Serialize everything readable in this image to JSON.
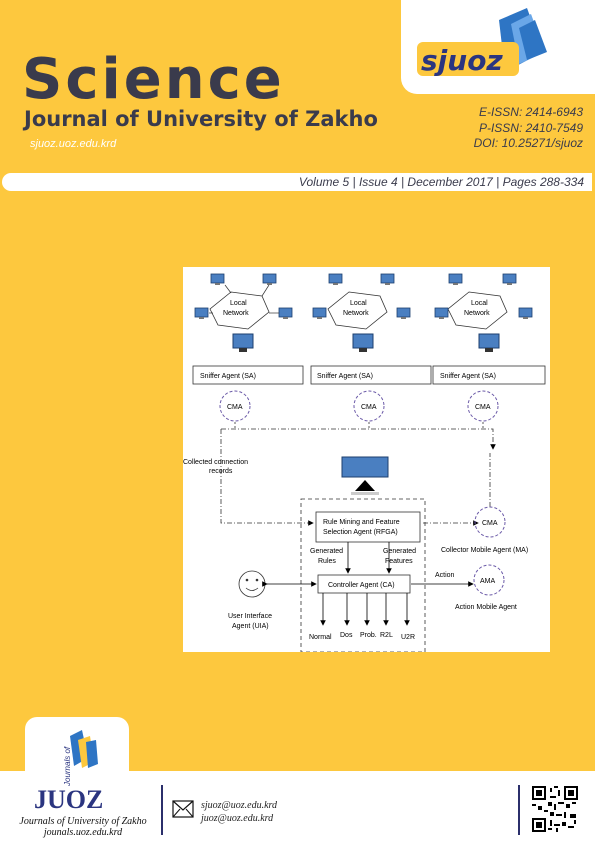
{
  "header": {
    "title_main": "Science",
    "title_sub": "Journal of University of Zakho",
    "website": "sjuoz.uoz.edu.krd",
    "logo_text": "sjuoz",
    "e_issn": "E-ISSN: 2414-6943",
    "p_issn": "P-ISSN: 2410-7549",
    "doi": "DOI: 10.25271/sjuoz"
  },
  "issue": {
    "text": "Volume 5 | Issue 4 | December 2017 | Pages 288-334"
  },
  "figure": {
    "local_network_line1": "Local",
    "local_network_line2": "Network",
    "sniffer_label": "Sniffer Agent (SA)",
    "cma_label": "CMA",
    "ama_label": "AMA",
    "collected_line1": "Collected connection",
    "collected_line2": "records",
    "rfga_line1": "Rule Mining and Feature",
    "rfga_line2": "Selection Agent (RFGA)",
    "generated_rules_line1": "Generated",
    "generated_rules_line2": "Rules",
    "generated_features_line1": "Generated",
    "generated_features_line2": "Features",
    "controller_label": "Controller Agent (CA)",
    "collector_label": "Collector Mobile Agent (MA)",
    "action_label": "Action",
    "action_mobile_label": "Action Mobile Agent",
    "uia_line1": "User Interface",
    "uia_line2": "Agent (UIA)",
    "outputs": [
      "Normal",
      "Dos",
      "Prob.",
      "R2L",
      "U2R"
    ]
  },
  "footer": {
    "logo_text": "JUOZ",
    "logo_small": "Journals of",
    "name_line1": "Journals of  University of  Zakho",
    "name_line2": "jounals.uoz.edu.krd",
    "email1": "sjuoz@uoz.edu.krd",
    "email2": "juoz@uoz.edu.krd",
    "colors": {
      "accent": "#fdc83e",
      "dark": "#3a3b4c",
      "blue": "#2e75c4"
    }
  }
}
